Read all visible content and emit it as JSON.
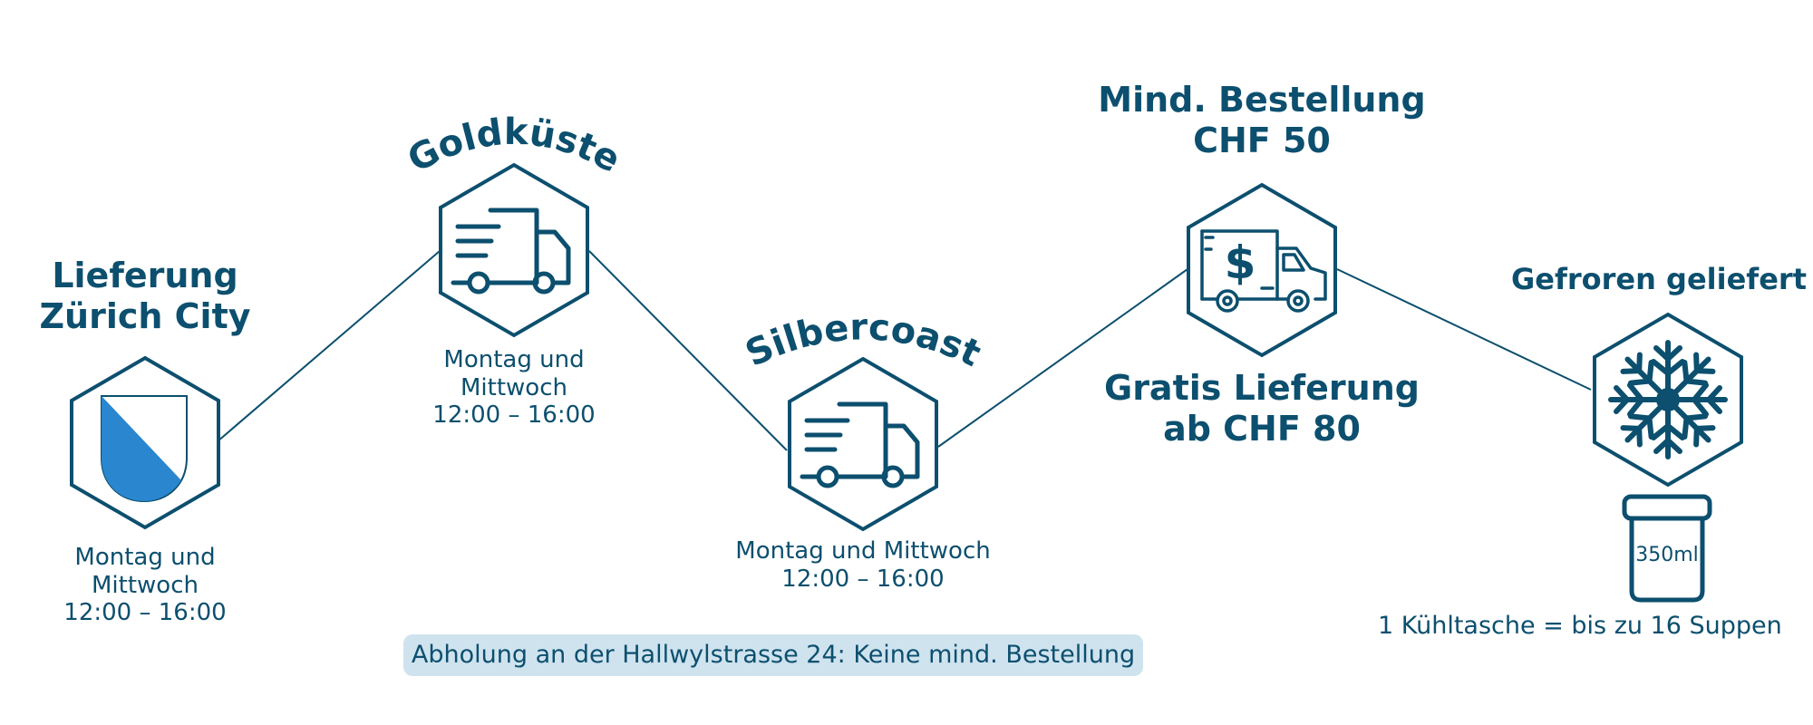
{
  "stations": {
    "city": {
      "title_line1": "Lieferung",
      "title_line2": "Zürich City",
      "schedule_line1": "Montag und",
      "schedule_line2": "Mittwoch",
      "schedule_line3": "12:00 – 16:00",
      "icon": "zurich-coat-of-arms-icon"
    },
    "goldkueste": {
      "title": "Goldküste",
      "schedule_line1": "Montag und",
      "schedule_line2": "Mittwoch",
      "schedule_line3": "12:00 – 16:00",
      "icon": "delivery-truck-icon"
    },
    "silbercoast": {
      "title": "Silbercoast",
      "schedule_line1": "Montag und Mittwoch",
      "schedule_line2": "12:00 – 16:00",
      "icon": "delivery-truck-icon"
    },
    "minimum": {
      "title_line1": "Mind. Bestellung",
      "title_line2": "CHF 50",
      "free_line1": "Gratis Lieferung",
      "free_line2": "ab CHF 80",
      "icon": "dollar-truck-icon"
    },
    "frozen": {
      "title": "Gefroren geliefert",
      "container_label": "350ml",
      "note": "1 Kühltasche = bis zu 16 Suppen",
      "icon": "snowflake-icon"
    }
  },
  "pickup_note": "Abholung an der Hallwylstrasse 24: Keine mind. Bestellung",
  "colors": {
    "primary": "#0c4f6e",
    "shield_blue": "#2a86cf",
    "pill_bg": "#cfe3ef"
  }
}
